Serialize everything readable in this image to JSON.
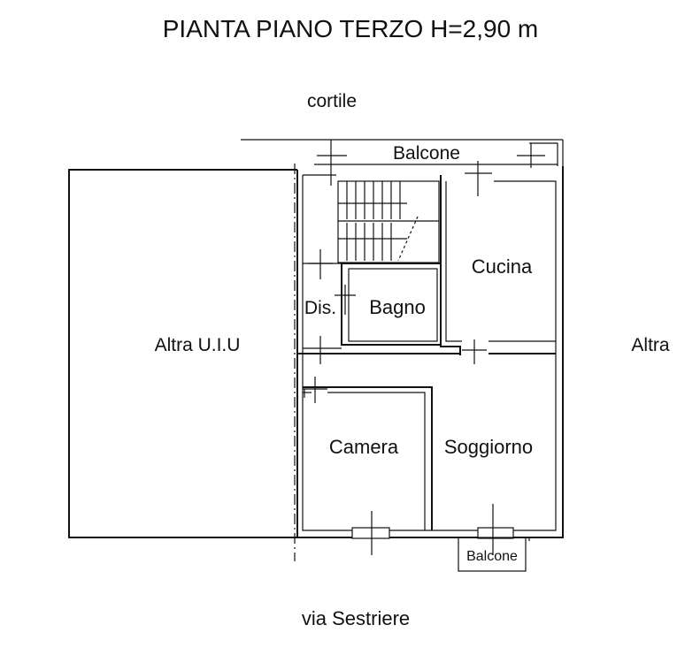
{
  "plan": {
    "title": "PIANTA PIANO TERZO H=2,90 m",
    "courtyard": "cortile",
    "street": "via Sestriere",
    "neighbor_left": "Altra U.I.U",
    "neighbor_right": "Altra",
    "rooms": {
      "balcony_top": "Balcone",
      "kitchen": "Cucina",
      "hall": "Dis.",
      "bathroom": "Bagno",
      "bedroom": "Camera",
      "living": "Soggiorno",
      "balcony_bottom": "Balcone"
    }
  }
}
